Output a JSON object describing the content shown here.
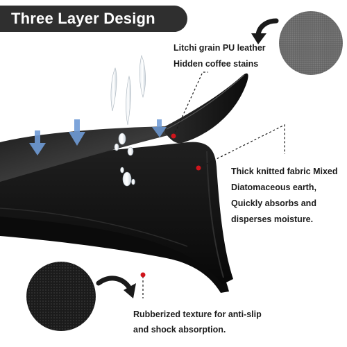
{
  "title": "Three Layer Design",
  "layers": {
    "top": {
      "lines": [
        "Litchi grain PU leather",
        "Hidden coffee stains"
      ],
      "swatch": "grey-leather-texture"
    },
    "middle": {
      "lines": [
        "Thick knitted fabric Mixed",
        "Diatomaceous earth,",
        "Quickly absorbs and",
        "disperses moisture."
      ]
    },
    "bottom": {
      "lines": [
        "Rubberized texture for anti-slip",
        "and shock absorption."
      ],
      "swatch": "black-rubber-texture"
    }
  },
  "colors": {
    "title_bg": "#2f2f2f",
    "title_text": "#ffffff",
    "accent_dot": "#d0151c",
    "arrow_blue": "#6f9bd6",
    "mat_black": "#141414"
  }
}
